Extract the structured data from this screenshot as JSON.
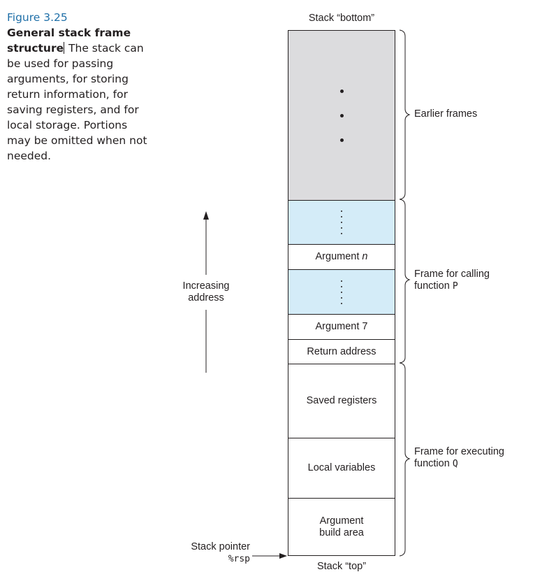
{
  "caption": {
    "figure_number": "Figure 3.25",
    "title_part1": "General stack frame",
    "title_part2": "structure",
    "body": "The stack can be used for passing arguments, for storing return information, for saving registers, and for local storage. Portions may be omitted when not needed."
  },
  "stack_bottom_label": "Stack “bottom”",
  "stack_top_label": "Stack “top”",
  "increasing_address_label": "Increasing address",
  "stack_pointer": {
    "label": "Stack pointer",
    "register": "%rsp"
  },
  "cells": {
    "argument_n_prefix": "Argument ",
    "argument_n_var": "n",
    "argument_7": "Argument 7",
    "return_address": "Return address",
    "saved_registers": "Saved registers",
    "local_variables": "Local variables",
    "argument_build_area": "Argument build area"
  },
  "frames": {
    "earlier": "Earlier frames",
    "calling_prefix": "Frame for calling function",
    "calling_fn": "P",
    "executing_prefix": "Frame for executing function",
    "executing_fn": "Q"
  },
  "colors": {
    "earlier_frames_fill": "#dcdcde",
    "argument_fill": "#d4ecf8",
    "figure_number": "#1f6fa8"
  }
}
